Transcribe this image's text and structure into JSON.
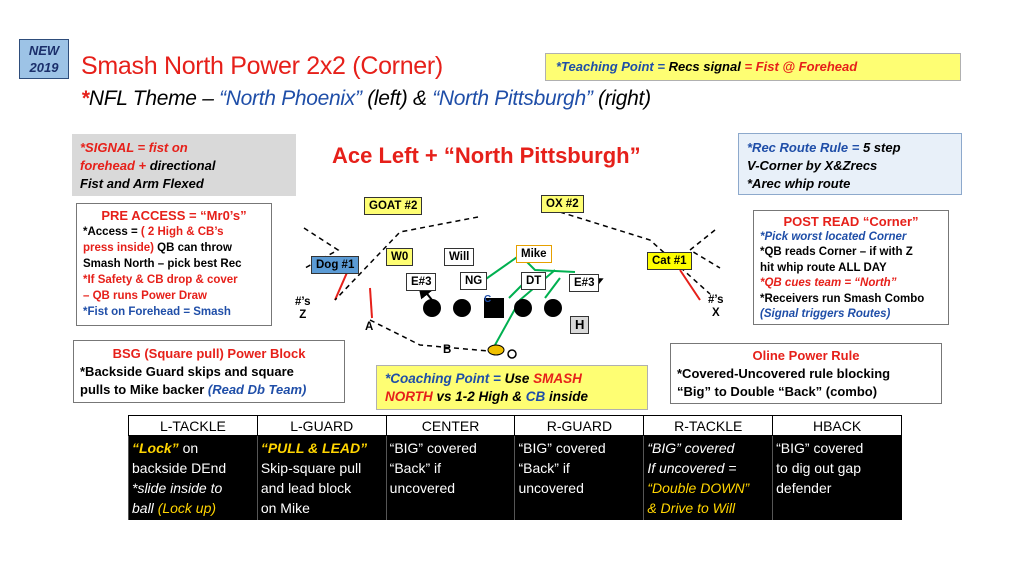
{
  "header": {
    "badge_line1": "NEW",
    "badge_line2": "2019",
    "title": "Smash North Power 2x2 (Corner)",
    "subtitle_star": "*",
    "subtitle_prefix": "NFL Theme – ",
    "subtitle_left_name": "“North Phoenix”",
    "subtitle_left": " (left) & ",
    "subtitle_right_name": "“North Pittsburgh”",
    "subtitle_right": " (right)"
  },
  "teaching_point": {
    "label": "*Teaching Point = ",
    "text": "Recs signal",
    "eq": " = Fist @ Forehead"
  },
  "signal": {
    "line1": "*SIGNAL = fist on",
    "line2_red": "forehead + ",
    "line2_black": "directional",
    "line3": "Fist and Arm Flexed"
  },
  "play_name": "Ace Left + “North Pittsburgh”",
  "rec_route": {
    "label": "*Rec Route Rule = ",
    "label2": "5 step",
    "line2": "V-Corner by X&Zrecs",
    "line3": "*Arec whip route"
  },
  "pre_access": {
    "header": "PRE ACCESS = “Mr0’s”",
    "l1a": "*Access = ",
    "l1b": "( 2 High & CB’s",
    "l2a": "press inside)",
    "l2b": " QB can throw",
    "l3": "Smash North – pick best Rec",
    "l4": "*If Safety & CB drop & cover",
    "l5": "– QB runs Power Draw",
    "l6": "*Fist on Forehead = Smash"
  },
  "post_read": {
    "header": "POST READ “Corner”",
    "l1": "*Pick worst located Corner",
    "l2": "*QB reads Corner – if with Z",
    "l3": "hit whip route ALL DAY",
    "l4": "*QB cues team = “North”",
    "l5": "*Receivers run Smash Combo",
    "l6": "(Signal triggers Routes)"
  },
  "bsg": {
    "header": "BSG (Square pull) Power Block",
    "l1": "*Backside Guard skips and square",
    "l2a": "pulls to Mike backer ",
    "l2b": "(Read Db Team)"
  },
  "coaching_point": {
    "label": "*Coaching Point = ",
    "use": "Use ",
    "smash": "SMASH",
    "north": "NORTH",
    "vs": " vs 1-2 High & ",
    "cb": "CB",
    "inside": " inside"
  },
  "oline_rule": {
    "header": "Oline Power Rule",
    "l1": "*Covered-Uncovered rule blocking",
    "l2": "“Big” to Double “Back” (combo)"
  },
  "field": {
    "goat": "GOAT #2",
    "ox": "OX #2",
    "dog": "Dog #1",
    "w0": "W0",
    "will": "Will",
    "mike": "Mike",
    "cat": "Cat #1",
    "e3_left": "E#3",
    "ng": "NG",
    "dt": "DT",
    "e3_right": "E#3",
    "z_num": "#’s",
    "z": "Z",
    "x_num": "#’s",
    "x": "X",
    "a": "A",
    "b": "B",
    "h": "H"
  },
  "table": {
    "headers": [
      "L-TACKLE",
      "L-GUARD",
      "CENTER",
      "R-GUARD",
      "R-TACKLE",
      "HBACK"
    ],
    "lt": {
      "l1y": "“Lock”",
      "l1": " on",
      "l2": "backside DEnd",
      "l3": "*slide inside to",
      "l4a": "ball ",
      "l4y": "(Lock up)"
    },
    "lg": {
      "l1": "“PULL & LEAD”",
      "l2": "Skip-square pull",
      "l3": "and lead block",
      "l4": "on Mike"
    },
    "c": {
      "l1": "“BIG” covered",
      "l2": "“Back” if",
      "l3": "uncovered"
    },
    "rg": {
      "l1": "“BIG” covered",
      "l2": "“Back” if",
      "l3": "uncovered"
    },
    "rt": {
      "l1": "“BIG” covered",
      "l2": "If uncovered =",
      "l3": "“Double DOWN”",
      "l4": "& Drive to Will"
    },
    "hb": {
      "l1": "“BIG” covered",
      "l2": "to dig out gap",
      "l3": "defender"
    }
  },
  "colors": {
    "red": "#e6201a",
    "blue": "#1f4ea8",
    "yellow": "#fefe73",
    "green": "#00b050",
    "gold": "#ffd500"
  }
}
